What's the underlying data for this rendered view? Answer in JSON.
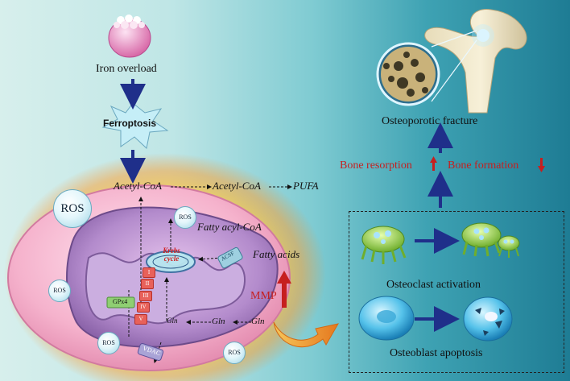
{
  "top_left": {
    "iron_overload": "Iron overload",
    "ferroptosis": "Ferroptosis"
  },
  "metabolism": {
    "acetyl_coa_1": "Acetyl-CoA",
    "acetyl_coa_2": "Acetyl-CoA",
    "pufa": "PUFA",
    "fatty_acyl_coa": "Fatty acyl-CoA",
    "fatty_acids": "Fatty acids",
    "krebs_cycle": "Krebs cycle",
    "acsf": "ACSF",
    "gln_1": "Gln",
    "gln_2": "Gln",
    "gln_3": "Gln"
  },
  "mitochondria": {
    "ros_big": "ROS",
    "ros_small": "ROS",
    "complexes": [
      "I",
      "II",
      "III",
      "IV",
      "V"
    ],
    "gpx4": "GPx4",
    "vdac": "VDAC",
    "mmp": "MMP"
  },
  "right_panel": {
    "osteoporotic_fracture": "Osteoporotic fracture",
    "bone_resorption": "Bone resorption",
    "bone_formation": "Bone formation",
    "osteoclast_activation": "Osteoclast activation",
    "osteoblast_apoptosis": "Osteoblast apoptosis"
  },
  "colors": {
    "arrow_blue": "#1f2f8a",
    "up_red": "#c61f1f",
    "complex_red": "#e8615a",
    "mito_purple": "#9a78b5"
  }
}
